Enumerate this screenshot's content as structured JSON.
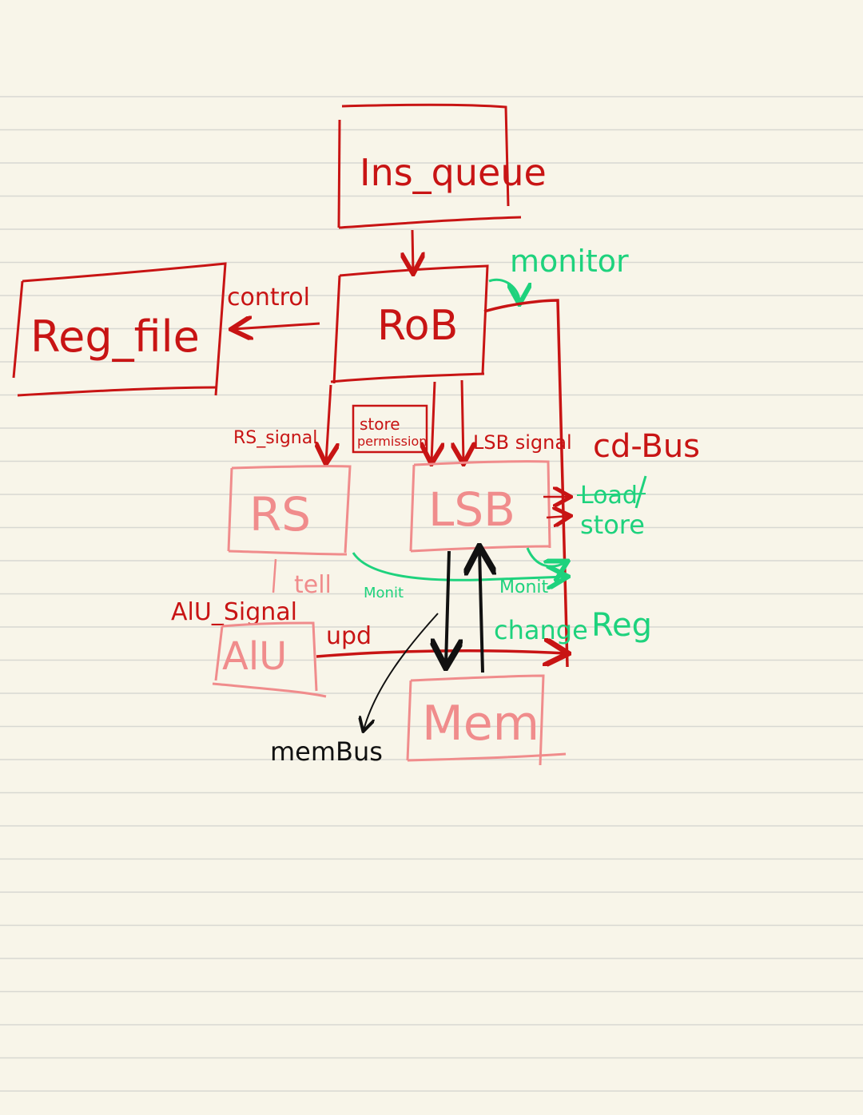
{
  "nodes": {
    "ins_queue": "Ins_queue",
    "rob": "RoB",
    "reg_file": "Reg_file",
    "rs": "RS",
    "lsb": "LSB",
    "alu": "AlU",
    "mem": "Mem"
  },
  "labels": {
    "control": "control",
    "monitor": "monitor",
    "rs_signal": "RS_signal",
    "store_permission_1": "store",
    "store_permission_2": "permission",
    "lsb_signal": "LSB signal",
    "cd_bus": "cd-Bus",
    "load": "Load",
    "store": "store",
    "tell": "tell",
    "monit_left": "Monit",
    "monit_right": "Monit",
    "alu_signal": "AlU_Signal",
    "upd": "upd",
    "change": "change",
    "reg": "Reg",
    "mem_bus": "memBus"
  },
  "colors": {
    "paper": "#f8f5e9",
    "ruled_line": "#d8d8d2",
    "red_ink": "#c81414",
    "pink_ink": "#f08c8c",
    "green_ink": "#1ed27d",
    "black_ink": "#111111"
  }
}
